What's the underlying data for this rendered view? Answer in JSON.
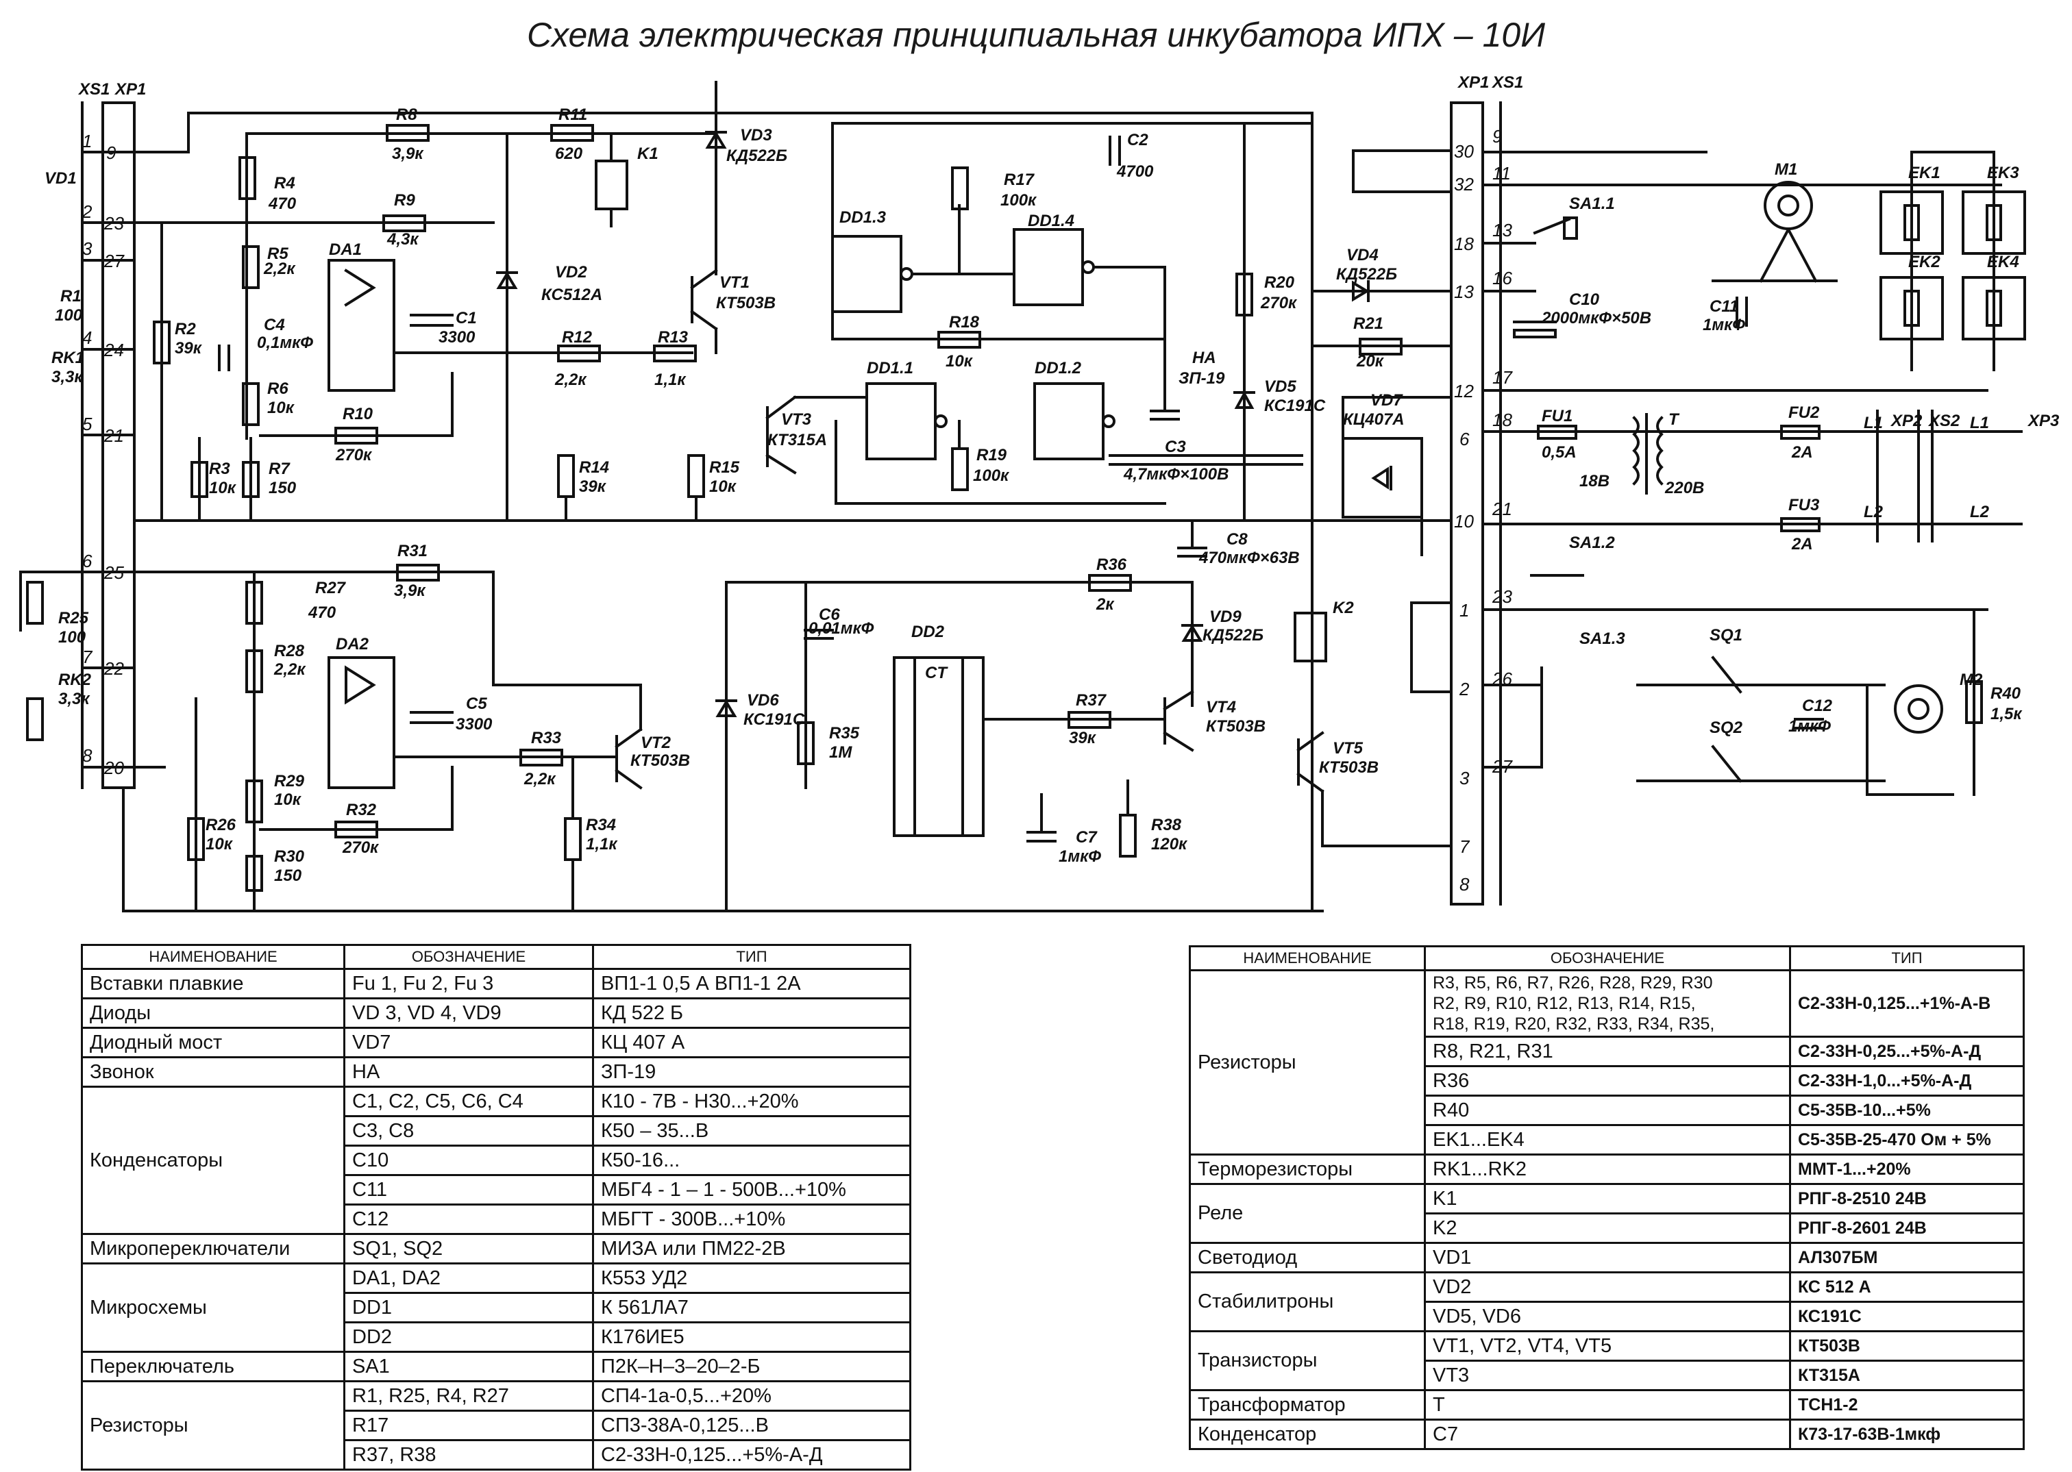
{
  "title": "Схема электрическая принципиальная инкубатора ИПХ – 10И",
  "connectors": {
    "left_socket": "XS1",
    "left_plug": "XP1",
    "left_pins": [
      "9",
      "23",
      "27",
      "24",
      "21",
      "25",
      "22",
      "20"
    ],
    "left_wire_numbers": [
      "1",
      "2",
      "3",
      "4",
      "5",
      "6",
      "7",
      "8"
    ],
    "right_plug": "XP1",
    "right_socket": "XS1",
    "right_pins": [
      "30",
      "32",
      "18",
      "13",
      "12",
      "6",
      "10",
      "1",
      "2",
      "3",
      "7",
      "8"
    ],
    "right_wire_numbers": [
      "9",
      "11",
      "13",
      "16",
      "17",
      "18",
      "21",
      "23",
      "26",
      "27"
    ],
    "xp2": "XP2",
    "xs2": "XS2",
    "xp3": "XP3"
  },
  "components": {
    "vd1": "VD1",
    "r1": "R1",
    "r1_val": "100",
    "rk1": "RK1",
    "rk1_val": "3,3к",
    "r25": "R25",
    "r25_val": "100",
    "rk2": "RK2",
    "rk2_val": "3,3к",
    "r8": "R8",
    "r8_val": "3,9к",
    "r11": "R11",
    "r11_val": "620",
    "k1": "K1",
    "vd3": "VD3",
    "vd3_val": "КД522Б",
    "r4": "R4",
    "r4_val": "470",
    "r9": "R9",
    "r9_val": "4,3к",
    "r5": "R5",
    "r5_val": "2,2к",
    "da1": "DA1",
    "r2": "R2",
    "r2_val": "39к",
    "c4": "C4",
    "c4_val": "0,1мкФ",
    "c1": "C1",
    "c1_val": "3300",
    "r6": "R6",
    "r6_val": "10к",
    "r10": "R10",
    "r10_val": "270к",
    "r3": "R3",
    "r3_val": "10к",
    "r7": "R7",
    "r7_val": "150",
    "vd2": "VD2",
    "vd2_val": "КС512А",
    "vt1": "VT1",
    "vt1_val": "КТ503В",
    "r12": "R12",
    "r12_val": "2,2к",
    "r13": "R13",
    "r13_val": "1,1к",
    "r14": "R14",
    "r14_val": "39к",
    "r15": "R15",
    "r15_val": "10к",
    "c2": "C2",
    "c2_val": "4700",
    "r17": "R17",
    "r17_val": "100к",
    "dd13": "DD1.3",
    "dd14": "DD1.4",
    "dd11": "DD1.1",
    "dd12": "DD1.2",
    "r18": "R18",
    "r18_val": "10к",
    "r19": "R19",
    "r19_val": "100к",
    "vt3": "VT3",
    "vt3_val": "КТ315А",
    "ha": "НА",
    "ha_val": "ЗП-19",
    "c3": "C3",
    "c3_val": "4,7мкФ×100В",
    "r20": "R20",
    "r20_val": "270к",
    "vd4": "VD4",
    "vd4_val": "КД522Б",
    "vd5": "VD5",
    "vd5_val": "КС191С",
    "r21": "R21",
    "r21_val": "20к",
    "vd7": "VD7",
    "vd7_val": "КЦ407А",
    "c8": "C8",
    "c8_val": "470мкФ×63В",
    "r36": "R36",
    "r36_val": "2к",
    "vd9": "VD9",
    "vd9_val": "КД522Б",
    "k2": "K2",
    "r27": "R27",
    "r27_val": "470",
    "r31": "R31",
    "r31_val": "3,9к",
    "r28": "R28",
    "r28_val": "2,2к",
    "da2": "DA2",
    "c5": "C5",
    "c5_val": "3300",
    "r29": "R29",
    "r29_val": "10к",
    "r32": "R32",
    "r32_val": "270к",
    "r26": "R26",
    "r26_val": "10к",
    "r30": "R30",
    "r30_val": "150",
    "r33": "R33",
    "r33_val": "2,2к",
    "vt2": "VT2",
    "vt2_val": "КТ503В",
    "r34": "R34",
    "r34_val": "1,1к",
    "c6": "C6",
    "c6_val": "0,01мкФ",
    "vd6": "VD6",
    "vd6_val": "КС191С",
    "r35": "R35",
    "r35_val": "1М",
    "dd2": "DD2",
    "dd2_ct": "CT",
    "r37": "R37",
    "r37_val": "39к",
    "c7": "C7",
    "c7_val": "1мкФ",
    "r38": "R38",
    "r38_val": "120к",
    "vt4": "VT4",
    "vt4_val": "КТ503В",
    "vt5": "VT5",
    "vt5_val": "КТ503В",
    "sa11": "SA1.1",
    "c10": "C10",
    "c10_val": "2000мкФ×50В",
    "fu1": "FU1",
    "fu1_val": "0,5А",
    "t": "T",
    "t_sec": "18В",
    "t_pri": "220В",
    "m1": "M1",
    "c11": "C11",
    "c11_val": "1мкФ",
    "ek1": "EK1",
    "ek2": "EK2",
    "ek3": "EK3",
    "ek4": "EK4",
    "fu2": "FU2",
    "fu2_val": "2А",
    "fu3": "FU3",
    "fu3_val": "2А",
    "l1": "L1",
    "l2": "L2",
    "sa12": "SA1.2",
    "sa13": "SA1.3",
    "sq1": "SQ1",
    "sq2": "SQ2",
    "c12": "C12",
    "c12_val": "1мкФ",
    "m2": "M2",
    "r40": "R40",
    "r40_val": "1,5к"
  },
  "bom_left": {
    "headers": [
      "НАИМЕНОВАНИЕ",
      "ОБОЗНАЧЕНИЕ",
      "ТИП"
    ],
    "rows": [
      {
        "name": "Вставки плавкие",
        "des": "Fu 1,  Fu 2,   Fu 3",
        "type": "ВП1-1 0,5 А          ВП1-1 2А"
      },
      {
        "name": "Диоды",
        "des": "VD 3, VD 4,  VD9",
        "type": "КД 522 Б"
      },
      {
        "name": "Диодный мост",
        "des": "VD7",
        "type": "КЦ 407 А"
      },
      {
        "name": "Звонок",
        "des": "HA",
        "type": "ЗП-19"
      },
      {
        "name": "Конденсаторы",
        "des": "C1, C2, C5, C6, C4",
        "type": "К10 - 7В - Н30...+20%"
      },
      {
        "name": "",
        "des": "C3, C8",
        "type": "К50 – 35...В"
      },
      {
        "name": "",
        "des": "C10",
        "type": "К50-16..."
      },
      {
        "name": "",
        "des": "C11",
        "type": "МБГ4 - 1 – 1 - 500В...+10%"
      },
      {
        "name": "",
        "des": "C12",
        "type": "МБГТ - 300В...+10%"
      },
      {
        "name": "Микропереключатели",
        "des": "SQ1, SQ2",
        "type": "МИЗА  или  ПМ22-2В"
      },
      {
        "name": "Микросхемы",
        "des": "DA1,  DA2",
        "type": "К553 УД2"
      },
      {
        "name": "",
        "des": "DD1",
        "type": "К 561ЛА7"
      },
      {
        "name": "",
        "des": "DD2",
        "type": "К176ИЕ5"
      },
      {
        "name": "Переключатель",
        "des": "SA1",
        "type": "П2К–Н–3–20–2-Б"
      },
      {
        "name": "Резисторы",
        "des": "R1, R25, R4, R27",
        "type": "СП4-1а-0,5...+20%"
      },
      {
        "name": "",
        "des": "R17",
        "type": "СП3-38А-0,125...В"
      },
      {
        "name": "",
        "des": "R37, R38",
        "type": "С2-33Н-0,125...+5%-А-Д"
      }
    ]
  },
  "bom_right": {
    "headers": [
      "НАИМЕНОВАНИЕ",
      "ОБОЗНАЧЕНИЕ",
      "ТИП"
    ],
    "resistor_list": [
      "R3, R5, R6, R7, R26, R28, R29, R30",
      "R2, R9, R10, R12, R13, R14, R15,",
      "R18, R19, R20, R32, R33, R34, R35,"
    ],
    "resistor_type": "С2-33Н-0,125...+1%-А-В",
    "rows": [
      {
        "name": "Резисторы",
        "des": "R8, R21, R31",
        "type": "С2-33Н-0,25...+5%-А-Д"
      },
      {
        "name": "",
        "des": "R36",
        "type": "С2-33Н-1,0...+5%-А-Д"
      },
      {
        "name": "",
        "des": "R40",
        "type": "С5-35В-10...+5%"
      },
      {
        "name": "",
        "des": "EK1...EK4",
        "type": "С5-35В-25-470 Ом + 5%"
      },
      {
        "name": "Терморезисторы",
        "des": "RK1...RK2",
        "type": "ММТ-1...+20%"
      },
      {
        "name": "Реле",
        "des": "K1",
        "type": "РПГ-8-2510  24В"
      },
      {
        "name": "",
        "des": "K2",
        "type": "РПГ-8-2601  24В"
      },
      {
        "name": "Светодиод",
        "des": "VD1",
        "type": "АЛ307БМ"
      },
      {
        "name": "Стабилитроны",
        "des": "VD2",
        "type": "КС 512 А"
      },
      {
        "name": "",
        "des": "VD5, VD6",
        "type": "КС191С"
      },
      {
        "name": "Транзисторы",
        "des": "VT1, VT2, VT4, VT5",
        "type": "КТ503В"
      },
      {
        "name": "",
        "des": "VT3",
        "type": "КТ315А"
      },
      {
        "name": "Трансформатор",
        "des": "T",
        "type": "ТСН1-2"
      },
      {
        "name": "Конденсатор",
        "des": "C7",
        "type": "К73-17-63В-1мкф"
      }
    ]
  }
}
